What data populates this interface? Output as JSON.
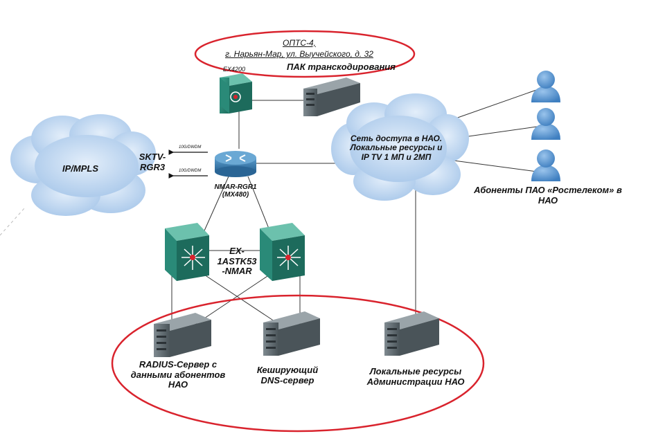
{
  "location": {
    "line1": "ОПТС-4,",
    "line2": "г. Нарьян-Мар, ул. Выучейского, д. 32"
  },
  "devices": {
    "ex4200_label": "EX4200",
    "transcoding_label": "ПАК транскодирования",
    "router_name": "NMAR-RGR1",
    "router_model": "(MX480)",
    "stack_label_lines": [
      "EX-",
      "1ASTK53",
      "-NMAR"
    ]
  },
  "clouds": {
    "ipmpls": "IP/MPLS",
    "access_lines": [
      "Сеть доступа в НАО.",
      "Локальные ресурсы и",
      "IP TV 1 МП и 2МП"
    ]
  },
  "uplink": {
    "name_lines": [
      "SKTV-",
      "RGR3"
    ],
    "link_tag": "10G/DWDM"
  },
  "subscribers_lines": [
    "Абоненты ПАО «Ростелеком» в",
    "НАО"
  ],
  "servers": {
    "radius_lines": [
      "RADIUS-Сервер с",
      "данными абонентов",
      "НАО"
    ],
    "dns_lines": [
      "Кеширующий",
      "DNS-сервер"
    ],
    "local_lines": [
      "Локальные ресурсы",
      "Администрации НАО"
    ]
  },
  "colors": {
    "ellipse": "#d9232d",
    "cloud": "#b7d3ee",
    "switch": "#2a8a78",
    "router": "#3b7fb2",
    "server": "#5e6a70",
    "user": "#5a97d0",
    "line": "#333333"
  }
}
